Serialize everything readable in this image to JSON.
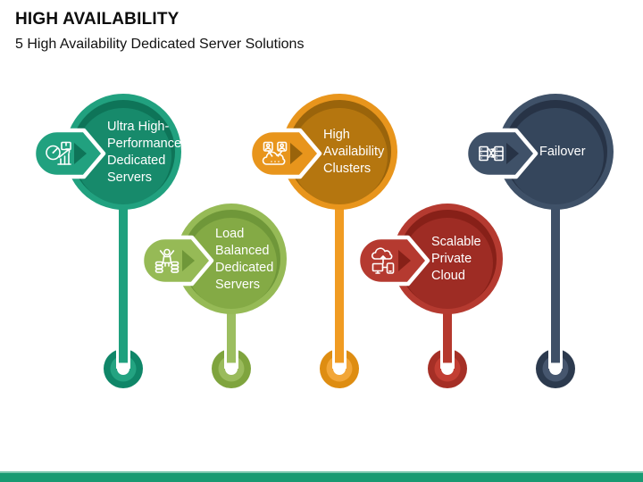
{
  "slide": {
    "title": "HIGH AVAILABILITY",
    "subtitle": "5 High Availability Dedicated Server Solutions",
    "footer_bar": {
      "color": "#189A72",
      "accent_line_color": "#7AC6AE"
    }
  },
  "diagram": {
    "items": [
      {
        "id": "ultra-high-performance-dedicated-servers",
        "label": "Ultra High-\nPerformance\nDedicated\nServers",
        "icon": "performance-gauge-icon",
        "colors": {
          "base": "#21A17F",
          "inner": "#178A6B",
          "dark": "#0E7458",
          "stem": "#1FA07E",
          "donut_outer": "#0F8668",
          "donut_inner": "#23A381"
        }
      },
      {
        "id": "load-balanced-dedicated-servers",
        "label": "Load\nBalanced\nDedicated\nServers",
        "icon": "load-balance-icon",
        "colors": {
          "base": "#96BA56",
          "inner": "#84AA45",
          "dark": "#6F9739",
          "stem": "#9CBE60",
          "donut_outer": "#7FA43E",
          "donut_inner": "#9ABB5C"
        }
      },
      {
        "id": "high-availability-clusters",
        "label": "High\nAvailability\nClusters",
        "icon": "cluster-cloud-icon",
        "colors": {
          "base": "#E8951C",
          "inner": "#B5760F",
          "dark": "#9A640B",
          "stem": "#F09B22",
          "donut_outer": "#DE8D12",
          "donut_inner": "#F2A638"
        }
      },
      {
        "id": "scalable-private-cloud",
        "label": "Scalable\nPrivate\nCloud",
        "icon": "scalable-cloud-icon",
        "colors": {
          "base": "#B53A30",
          "inner": "#9E2C24",
          "dark": "#872018",
          "stem": "#B5382D",
          "donut_outer": "#A52F26",
          "donut_inner": "#C23E33"
        }
      },
      {
        "id": "failover",
        "label": "Failover",
        "icon": "failover-servers-icon",
        "colors": {
          "base": "#3F5168",
          "inner": "#35465C",
          "dark": "#273346",
          "stem": "#3E4F66",
          "donut_outer": "#2C3A4E",
          "donut_inner": "#46566E"
        }
      }
    ]
  }
}
